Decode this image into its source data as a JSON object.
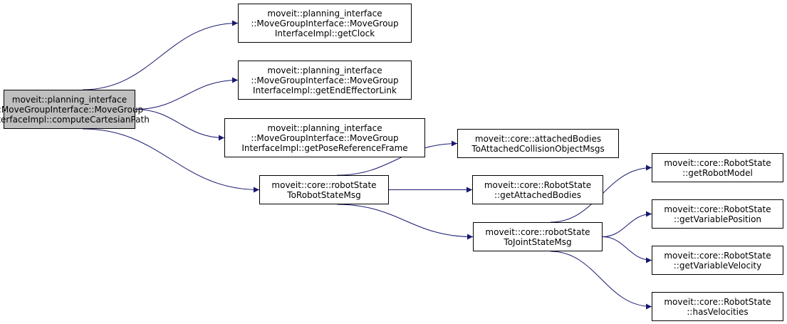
{
  "colors": {
    "edge": "#191970",
    "root_fill": "#bfbfbf",
    "node_fill": "#ffffff",
    "border": "#000000"
  },
  "nodes": {
    "compute_cartesian_path": [
      "moveit::planning_interface",
      "::MoveGroupInterface::MoveGroup",
      "InterfaceImpl::computeCartesianPath"
    ],
    "get_clock": [
      "moveit::planning_interface",
      "::MoveGroupInterface::MoveGroup",
      "InterfaceImpl::getClock"
    ],
    "get_end_effector_link": [
      "moveit::planning_interface",
      "::MoveGroupInterface::MoveGroup",
      "InterfaceImpl::getEndEffectorLink"
    ],
    "get_pose_reference_frame": [
      "moveit::planning_interface",
      "::MoveGroupInterface::MoveGroup",
      "InterfaceImpl::getPoseReferenceFrame"
    ],
    "robot_state_to_robot_state_msg": [
      "moveit::core::robotState",
      "ToRobotStateMsg"
    ],
    "attached_bodies_to_msgs": [
      "moveit::core::attachedBodies",
      "ToAttachedCollisionObjectMsgs"
    ],
    "get_attached_bodies": [
      "moveit::core::RobotState",
      "::getAttachedBodies"
    ],
    "robot_state_to_joint_state_msg": [
      "moveit::core::robotState",
      "ToJointStateMsg"
    ],
    "get_robot_model": [
      "moveit::core::RobotState",
      "::getRobotModel"
    ],
    "get_variable_position": [
      "moveit::core::RobotState",
      "::getVariablePosition"
    ],
    "get_variable_velocity": [
      "moveit::core::RobotState",
      "::getVariableVelocity"
    ],
    "has_velocities": [
      "moveit::core::RobotState",
      "::hasVelocities"
    ]
  },
  "edges": [
    [
      "compute_cartesian_path",
      "get_clock"
    ],
    [
      "compute_cartesian_path",
      "get_end_effector_link"
    ],
    [
      "compute_cartesian_path",
      "get_pose_reference_frame"
    ],
    [
      "compute_cartesian_path",
      "robot_state_to_robot_state_msg"
    ],
    [
      "robot_state_to_robot_state_msg",
      "attached_bodies_to_msgs"
    ],
    [
      "robot_state_to_robot_state_msg",
      "get_attached_bodies"
    ],
    [
      "robot_state_to_robot_state_msg",
      "robot_state_to_joint_state_msg"
    ],
    [
      "robot_state_to_joint_state_msg",
      "get_robot_model"
    ],
    [
      "robot_state_to_joint_state_msg",
      "get_variable_position"
    ],
    [
      "robot_state_to_joint_state_msg",
      "get_variable_velocity"
    ],
    [
      "robot_state_to_joint_state_msg",
      "has_velocities"
    ]
  ]
}
